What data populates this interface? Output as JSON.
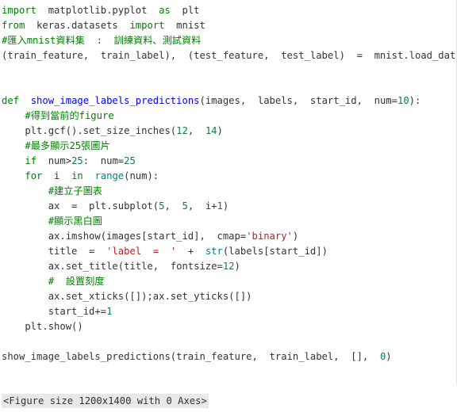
{
  "code_cell": {
    "lines": [
      [
        {
          "t": "import",
          "c": "kw"
        },
        {
          "t": "  matplotlib.pyplot  ",
          "c": "pl"
        },
        {
          "t": "as",
          "c": "kw"
        },
        {
          "t": "  plt",
          "c": "pl"
        }
      ],
      [
        {
          "t": "from",
          "c": "kw"
        },
        {
          "t": "  keras.datasets  ",
          "c": "pl"
        },
        {
          "t": "import",
          "c": "kw"
        },
        {
          "t": "  mnist",
          "c": "pl"
        }
      ],
      [
        {
          "t": "#匯入mnist資料集  :  訓練資料、測試資料",
          "c": "cm"
        }
      ],
      [
        {
          "t": "(train_feature,  train_label),  (test_feature,  test_label)  =  mnist.load_data()",
          "c": "pl"
        }
      ],
      [
        {
          "t": "",
          "c": "pl"
        }
      ],
      [
        {
          "t": "",
          "c": "pl"
        }
      ],
      [
        {
          "t": "def",
          "c": "kw"
        },
        {
          "t": "  ",
          "c": "pl"
        },
        {
          "t": "show_image_labels_predictions",
          "c": "fn"
        },
        {
          "t": "(images,  labels,  start_id,  num=",
          "c": "pl"
        },
        {
          "t": "10",
          "c": "nm"
        },
        {
          "t": "):",
          "c": "pl"
        }
      ],
      [
        {
          "t": "    ",
          "c": "pl"
        },
        {
          "t": "#得到當前的figure",
          "c": "cm"
        }
      ],
      [
        {
          "t": "    plt.gcf().set_size_inches(",
          "c": "pl"
        },
        {
          "t": "12",
          "c": "nm"
        },
        {
          "t": ",  ",
          "c": "pl"
        },
        {
          "t": "14",
          "c": "nm"
        },
        {
          "t": ")",
          "c": "pl"
        }
      ],
      [
        {
          "t": "    ",
          "c": "pl"
        },
        {
          "t": "#最多顯示25張圖片",
          "c": "cm"
        }
      ],
      [
        {
          "t": "    ",
          "c": "pl"
        },
        {
          "t": "if",
          "c": "kw"
        },
        {
          "t": "  num>",
          "c": "pl"
        },
        {
          "t": "25",
          "c": "nm"
        },
        {
          "t": ":  num=",
          "c": "pl"
        },
        {
          "t": "25",
          "c": "nm"
        }
      ],
      [
        {
          "t": "    ",
          "c": "pl"
        },
        {
          "t": "for",
          "c": "kw"
        },
        {
          "t": "  i  ",
          "c": "pl"
        },
        {
          "t": "in",
          "c": "kw"
        },
        {
          "t": "  ",
          "c": "pl"
        },
        {
          "t": "range",
          "c": "bi"
        },
        {
          "t": "(num):",
          "c": "pl"
        }
      ],
      [
        {
          "t": "        ",
          "c": "pl"
        },
        {
          "t": "#建立子圖表",
          "c": "cm"
        }
      ],
      [
        {
          "t": "        ax  =  plt.subplot(",
          "c": "pl"
        },
        {
          "t": "5",
          "c": "nm"
        },
        {
          "t": ",  ",
          "c": "pl"
        },
        {
          "t": "5",
          "c": "nm"
        },
        {
          "t": ",  i+",
          "c": "pl"
        },
        {
          "t": "1",
          "c": "nm"
        },
        {
          "t": ")",
          "c": "pl"
        }
      ],
      [
        {
          "t": "        ",
          "c": "pl"
        },
        {
          "t": "#顯示黑白圖",
          "c": "cm"
        }
      ],
      [
        {
          "t": "        ax.imshow(images[start_id],  cmap=",
          "c": "pl"
        },
        {
          "t": "'binary'",
          "c": "st"
        },
        {
          "t": ")",
          "c": "pl"
        }
      ],
      [
        {
          "t": "        title  =  ",
          "c": "pl"
        },
        {
          "t": "'label  =  '",
          "c": "st"
        },
        {
          "t": "  +  ",
          "c": "pl"
        },
        {
          "t": "str",
          "c": "bi"
        },
        {
          "t": "(labels[start_id])",
          "c": "pl"
        }
      ],
      [
        {
          "t": "        ax.set_title(title,  fontsize=",
          "c": "pl"
        },
        {
          "t": "12",
          "c": "nm"
        },
        {
          "t": ")",
          "c": "pl"
        }
      ],
      [
        {
          "t": "        ",
          "c": "pl"
        },
        {
          "t": "#  設置刻度",
          "c": "cm"
        }
      ],
      [
        {
          "t": "        ax.set_xticks([]);ax.set_yticks([])",
          "c": "pl"
        }
      ],
      [
        {
          "t": "        start_id+=",
          "c": "pl"
        },
        {
          "t": "1",
          "c": "nm"
        }
      ],
      [
        {
          "t": "    plt.show()",
          "c": "pl"
        }
      ],
      [
        {
          "t": "",
          "c": "pl"
        }
      ],
      [
        {
          "t": "show_image_labels_predictions(train_feature,  train_label,  [],  ",
          "c": "pl"
        },
        {
          "t": "0",
          "c": "nm"
        },
        {
          "t": ")",
          "c": "pl"
        }
      ]
    ]
  },
  "output": {
    "text": "<Figure size 1200x1400 with 0 Axes>"
  }
}
